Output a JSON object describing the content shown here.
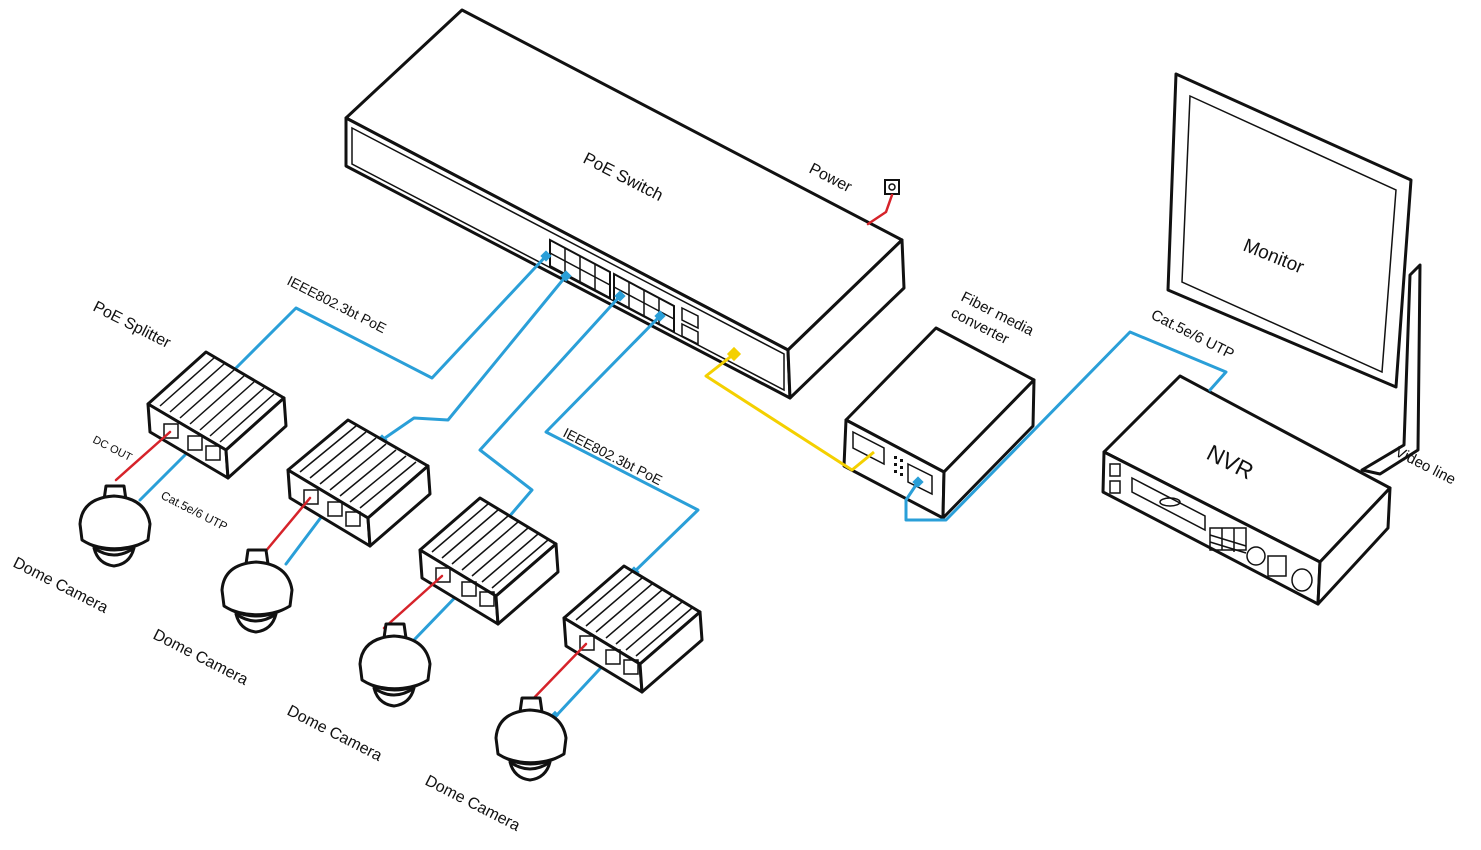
{
  "labels": {
    "poe_switch": "PoE  Switch",
    "power": "Power",
    "poe_splitter": "PoE Splitter",
    "ieee_top": "IEEE802.3bt PoE",
    "ieee_mid": "IEEE802.3bt PoE",
    "dc_out": "DC  OUT",
    "cat_splitter": "Cat.5e/6 UTP",
    "fiber_line1": "Fiber media",
    "fiber_line2": "converter",
    "cat_nvr": "Cat.5e/6 UTP",
    "monitor": "Monitor",
    "nvr": "NVR",
    "video_line": "Video line",
    "dome_cameras": [
      "Dome Camera",
      "Dome Camera",
      "Dome Camera",
      "Dome Camera"
    ]
  },
  "colors": {
    "blue_cable": "#2a9fd8",
    "red_cable": "#d6232a",
    "yellow_cable": "#f4d000",
    "outline": "#111111"
  }
}
